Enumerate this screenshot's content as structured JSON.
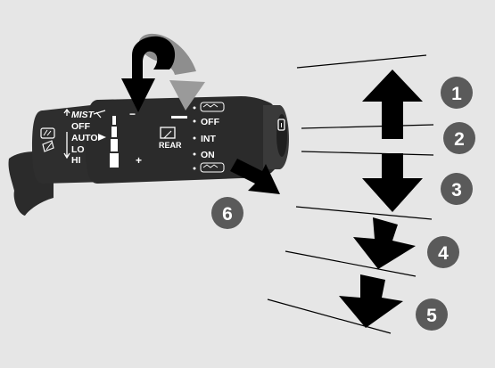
{
  "front_wiper": {
    "mist": "MIST",
    "off": "OFF",
    "auto": "AUTO",
    "lo": "LO",
    "hi": "HI"
  },
  "sensitivity": {
    "minus": "−",
    "plus": "+"
  },
  "rear_wiper": {
    "label": "REAR",
    "off": "OFF",
    "int": "INT",
    "on": "ON"
  },
  "callouts": [
    "1",
    "2",
    "3",
    "4",
    "5",
    "6"
  ],
  "icons": {
    "front_washer": "front-washer-icon",
    "front_wiper": "front-wiper-icon",
    "rear_washer": "rear-washer-icon",
    "rear_wiper": "rear-wiper-icon"
  },
  "colors": {
    "background": "#e6e6e6",
    "lever": "#2b2b2b",
    "arrow": "#000000",
    "badge": "#5a5a5a"
  }
}
